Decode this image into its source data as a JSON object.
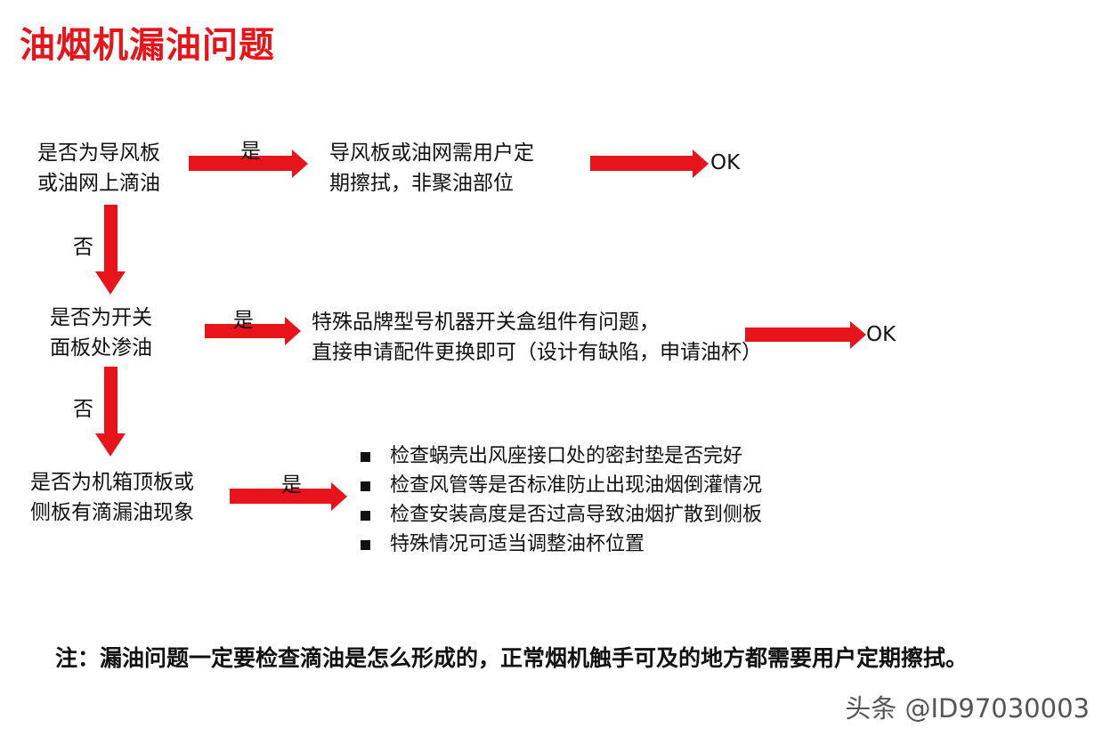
{
  "title": "油烟机漏油问题",
  "steps": [
    {
      "question": [
        "是否为导风板",
        "或油网上滴油"
      ],
      "yes_label": "是",
      "no_label": "否",
      "result": [
        "导风板或油网需用户定",
        "期擦拭，非聚油部位"
      ],
      "end": "OK"
    },
    {
      "question": [
        "是否为开关",
        "面板处渗油"
      ],
      "yes_label": "是",
      "no_label": "否",
      "result": [
        "特殊品牌型号机器开关盒组件有问题，",
        "直接申请配件更换即可（设计有缺陷，申请油杯）"
      ],
      "end": "OK"
    },
    {
      "question": [
        "是否为机箱顶板或",
        "侧板有滴漏油现象"
      ],
      "yes_label": "是",
      "checks": [
        "检查蜗壳出风座接口处的密封垫是否完好",
        "检查风管等是否标准防止出现油烟倒灌情况",
        "检查安装高度是否过高导致油烟扩散到侧板",
        "特殊情况可适当调整油杯位置"
      ]
    }
  ],
  "note": "注：漏油问题一定要检查滴油是怎么形成的，正常烟机触手可及的地方都需要用户定期擦拭。",
  "watermark": "头条 @ID97030003",
  "colors": {
    "accent": "#e8141b"
  }
}
